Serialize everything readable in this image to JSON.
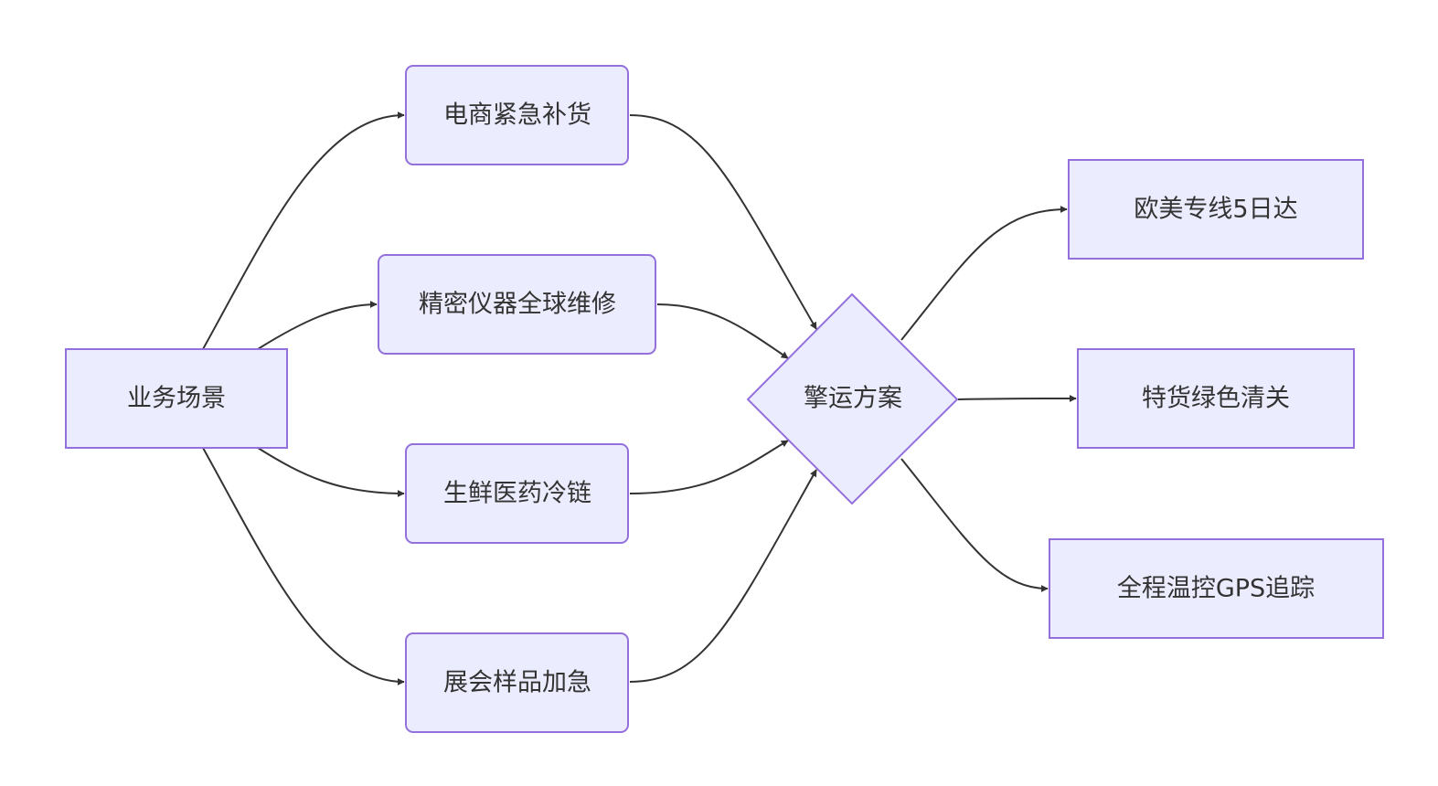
{
  "diagram": {
    "type": "flowchart",
    "direction": "LR",
    "colors": {
      "node_fill": "#ECECFF",
      "node_stroke": "#9370DB",
      "edge": "#333333",
      "text": "#333333"
    },
    "nodes": {
      "scene": {
        "label": "业务场景",
        "shape": "rect"
      },
      "ecom": {
        "label": "电商紧急补货",
        "shape": "round-rect"
      },
      "precision": {
        "label": "精密仪器全球维修",
        "shape": "round-rect"
      },
      "cold": {
        "label": "生鲜医药冷链",
        "shape": "round-rect"
      },
      "expo": {
        "label": "展会样品加急",
        "shape": "round-rect"
      },
      "plan": {
        "label": "擎运方案",
        "shape": "diamond"
      },
      "euus": {
        "label": "欧美专线5日达",
        "shape": "rect"
      },
      "customs": {
        "label": "特货绿色清关",
        "shape": "rect"
      },
      "gps": {
        "label": "全程温控GPS追踪",
        "shape": "rect"
      }
    },
    "edges": [
      {
        "from": "scene",
        "to": "ecom"
      },
      {
        "from": "scene",
        "to": "precision"
      },
      {
        "from": "scene",
        "to": "cold"
      },
      {
        "from": "scene",
        "to": "expo"
      },
      {
        "from": "ecom",
        "to": "plan"
      },
      {
        "from": "precision",
        "to": "plan"
      },
      {
        "from": "cold",
        "to": "plan"
      },
      {
        "from": "expo",
        "to": "plan"
      },
      {
        "from": "plan",
        "to": "euus"
      },
      {
        "from": "plan",
        "to": "customs"
      },
      {
        "from": "plan",
        "to": "gps"
      }
    ]
  }
}
